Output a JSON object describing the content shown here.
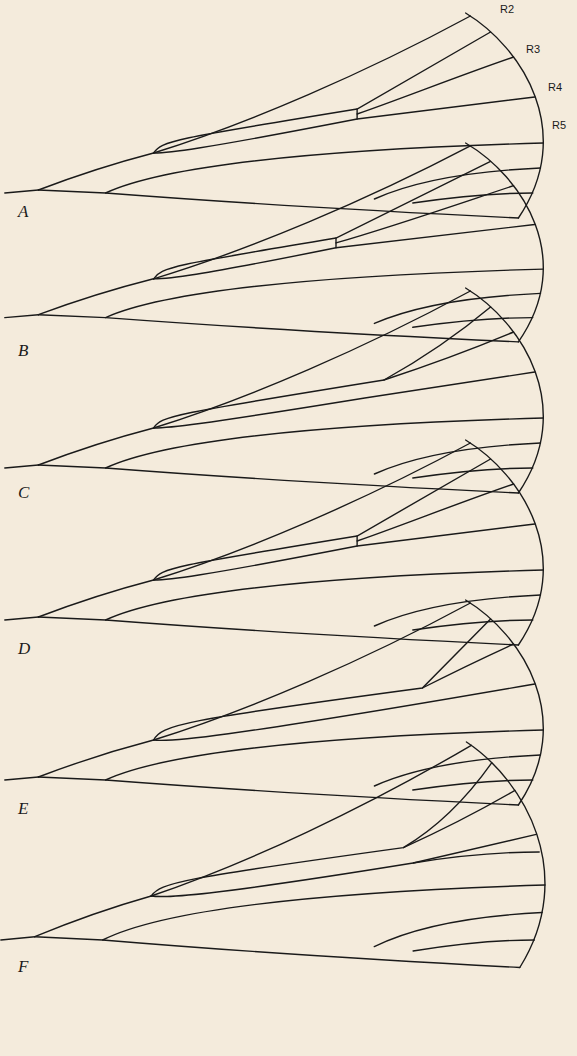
{
  "diagram": {
    "labels": [
      "R2",
      "R3",
      "R4",
      "R5",
      "A",
      "B",
      "C",
      "D",
      "E",
      "F"
    ]
  }
}
